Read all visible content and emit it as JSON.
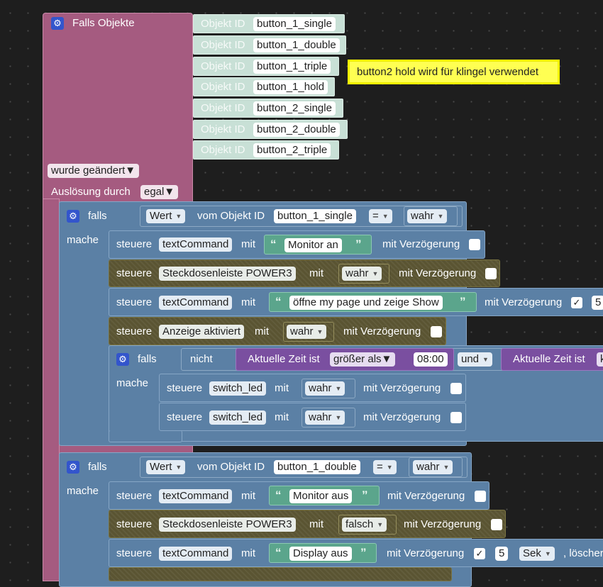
{
  "trigger": {
    "title": "Falls Objekte",
    "object_id_label": "Objekt ID",
    "objects": [
      "button_1_single",
      "button_1_double",
      "button_1_triple",
      "button_1_hold",
      "button_2_single",
      "button_2_double",
      "button_2_triple"
    ],
    "change_mode": "wurde geändert",
    "trigger_by_label": "Auslösung durch",
    "trigger_by_value": "egal"
  },
  "comment": "button2 hold wird für klingel verwendet",
  "words": {
    "falls": "falls",
    "mache": "mache",
    "steuere": "steuere",
    "mit": "mit",
    "delay": "mit Verzögerung",
    "wert": "Wert",
    "vom_objekt": "vom Objekt ID",
    "eq": "=",
    "nicht": "nicht",
    "und": "und",
    "time_is": "Aktuelle Zeit ist",
    "time_is_cut": "Aktuelle Zeit ist",
    "greater": "größer als",
    "k": "k",
    "five": "5",
    "sek": "Sek",
    "loeschen": ", löscher",
    "check": "✓",
    "gear": "⚙",
    "quote_open": "“",
    "quote_close": "”"
  },
  "if1": {
    "object": "button_1_single",
    "value": "wahr",
    "actions": [
      {
        "target": "textCommand",
        "text": "Monitor an"
      },
      {
        "target": "Steckdosenleiste POWER3",
        "value": "wahr"
      },
      {
        "target": "textCommand",
        "text": "öffne my page und zeige Show",
        "delay_val": "5"
      },
      {
        "target": "Anzeige aktiviert",
        "value": "wahr"
      }
    ],
    "nested": {
      "time": "08:00",
      "actions": [
        {
          "target": "switch_led",
          "value": "wahr"
        },
        {
          "target": "switch_led",
          "value": "wahr"
        }
      ]
    }
  },
  "if2": {
    "object": "button_1_double",
    "value": "wahr",
    "actions": [
      {
        "target": "textCommand",
        "text": "Monitor aus"
      },
      {
        "target": "Steckdosenleiste POWER3",
        "value": "falsch"
      },
      {
        "target": "textCommand",
        "text": "Display aus"
      }
    ]
  }
}
